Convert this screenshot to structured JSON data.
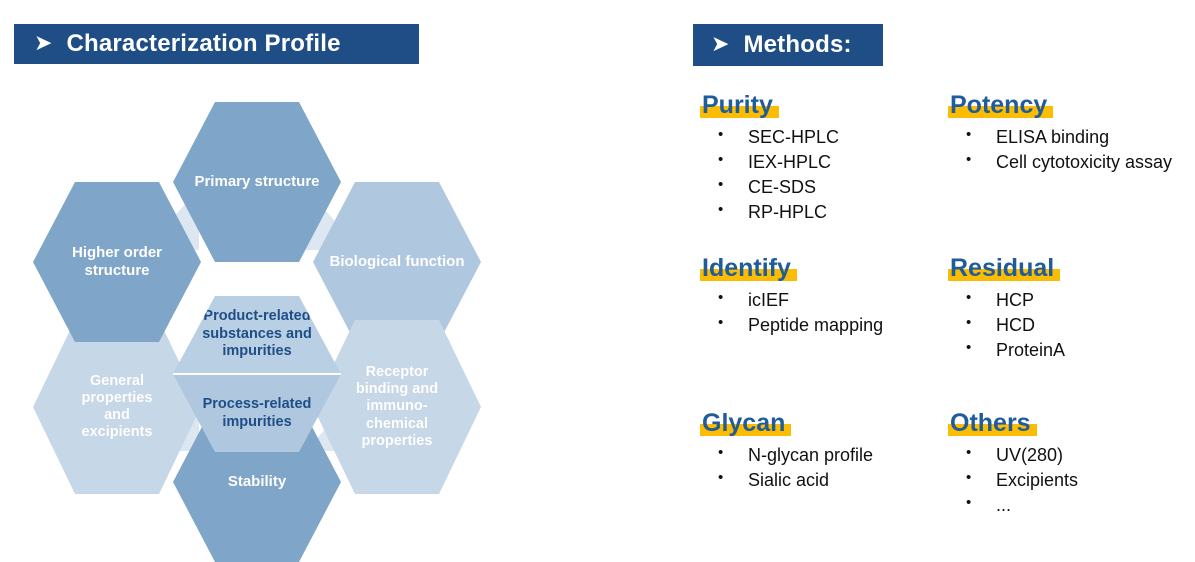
{
  "headers": {
    "left": {
      "arrow": "arrow-bullet",
      "text": "Characterization Profile"
    },
    "right": {
      "arrow": "arrow-bullet",
      "text": "Methods:"
    }
  },
  "colors": {
    "header_bar": "#1F4E87",
    "hex_dark": "#7FA6C8",
    "hex_mid": "#B0C8DF",
    "hex_light": "#C6D7E7",
    "hex_center_top": "#B9CFE3",
    "hex_center_bottom": "#AFC8DF",
    "center_text": "#1F4E87",
    "heading_text": "#1F5C99",
    "highlight": "#FBBC04"
  },
  "diagram": {
    "type": "hexagon-cluster",
    "center": {
      "top": "Product-related substances and impurities",
      "bottom": "Process-related impurities"
    },
    "petals": [
      {
        "id": "primary-structure",
        "label": "Primary structure",
        "tone": "dark"
      },
      {
        "id": "biological-function",
        "label": "Biological function",
        "tone": "mid"
      },
      {
        "id": "receptor-binding",
        "label": "Receptor binding and immuno-chemical properties",
        "tone": "light"
      },
      {
        "id": "stability",
        "label": "Stability",
        "tone": "dark"
      },
      {
        "id": "general-properties",
        "label": "General properties and excipients",
        "tone": "light"
      },
      {
        "id": "higher-order",
        "label": "Higher order structure",
        "tone": "dark"
      }
    ]
  },
  "methods": {
    "groups": [
      {
        "id": "purity",
        "title": "Purity",
        "items": [
          "SEC-HPLC",
          "IEX-HPLC",
          "CE-SDS",
          "RP-HPLC"
        ]
      },
      {
        "id": "potency",
        "title": "Potency",
        "items": [
          "ELISA binding",
          "Cell cytotoxicity assay"
        ]
      },
      {
        "id": "identify",
        "title": "Identify",
        "items": [
          "icIEF",
          " Peptide mapping"
        ]
      },
      {
        "id": "residual",
        "title": "Residual",
        "items": [
          "HCP",
          "HCD",
          "ProteinA"
        ]
      },
      {
        "id": "glycan",
        "title": "Glycan",
        "items": [
          "N-glycan profile",
          "Sialic acid"
        ]
      },
      {
        "id": "others",
        "title": "Others",
        "items": [
          "UV(280)",
          "Excipients",
          "..."
        ]
      }
    ]
  }
}
